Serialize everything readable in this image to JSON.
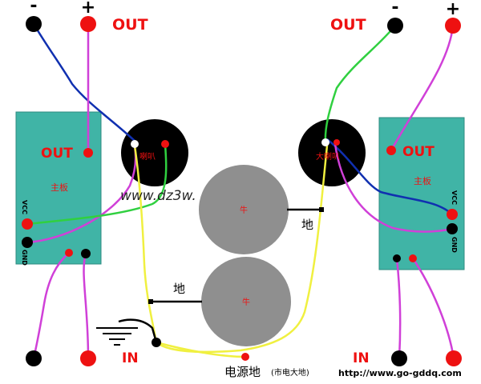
{
  "labels": {
    "minus_left": "-",
    "plus_left": "+",
    "out_top_left": "OUT",
    "out_top_right": "OUT",
    "minus_right": "-",
    "plus_right": "+",
    "board_left_out": "OUT",
    "board_left_title": "主板",
    "board_left_vcc": "VCC",
    "board_left_gnd": "GND",
    "board_right_out": "OUT",
    "board_right_title": "主板",
    "board_right_vcc": "VCC",
    "board_right_gnd": "GND",
    "speaker_left": "喇叭",
    "speaker_right": "大喇叭",
    "cap_top": "牛",
    "cap_bottom": "牛",
    "ground_right": "地",
    "ground_left": "地",
    "in_left": "IN",
    "in_right": "IN",
    "power_ground": "电源地",
    "power_ground_note": "(市电大地)",
    "watermark": "www.dz3w.",
    "source_url": "http://www.go-gddq.com"
  },
  "colors": {
    "board": "#40b4a6",
    "capacitor": "#8f8f8f",
    "speaker": "#000000",
    "wire_blue": "#1030b0",
    "wire_magenta": "#d040d8",
    "wire_green": "#30d040",
    "wire_yellow": "#f0f040",
    "wire_black": "#000000",
    "terminal_red": "#ee1111",
    "text_red": "#ee1111"
  }
}
